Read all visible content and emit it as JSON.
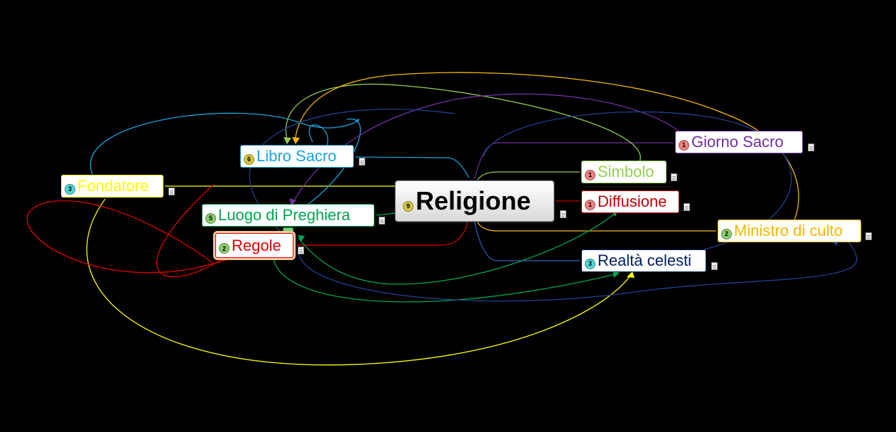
{
  "colors": {
    "background": "#000000",
    "libro": "#1aa3e0",
    "fondatore": "#ffff00",
    "luogo": "#00a651",
    "regole": "#e00000",
    "giorno": "#7030a0",
    "simbolo": "#92d050",
    "diffusione": "#c00000",
    "ministro": "#f5b800",
    "realta": "#002060"
  },
  "central": {
    "label": "Religione",
    "badge": "9"
  },
  "nodes": {
    "libro": {
      "label": "Libro Sacro",
      "badge": "6",
      "icon": "note-icon"
    },
    "fondatore": {
      "label": "Fondatore",
      "badge": "3",
      "icon": "note-icon"
    },
    "luogo": {
      "label": "Luogo di Preghiera",
      "badge": "5",
      "icon": "note-icon"
    },
    "regole": {
      "label": "Regole",
      "badge": "2",
      "icon": "note-icon"
    },
    "giorno": {
      "label": "Giorno Sacro",
      "badge": "1",
      "icon": "note-icon"
    },
    "simbolo": {
      "label": "Simbolo",
      "badge": "1",
      "icon": "note-icon"
    },
    "diffusione": {
      "label": "Diffusione",
      "badge": "1",
      "icon": "note-icon"
    },
    "ministro": {
      "label": "Ministro di culto",
      "badge": "2",
      "icon": "note-icon"
    },
    "realta": {
      "label": "Realtà celesti",
      "badge": "3",
      "icon": "note-icon"
    }
  }
}
